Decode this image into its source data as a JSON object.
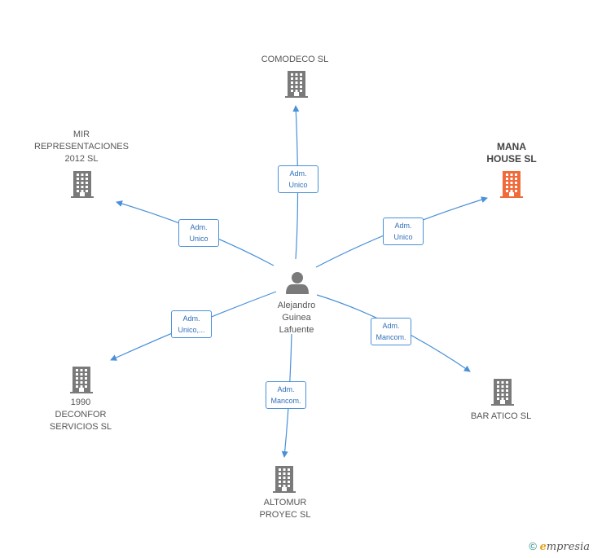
{
  "center": {
    "name_lines": [
      "Alejandro",
      "Guinea",
      "Lafuente"
    ]
  },
  "companies": [
    {
      "id": "comodeco",
      "lines": [
        "COMODECO  SL"
      ],
      "highlight": false
    },
    {
      "id": "mir",
      "lines": [
        "MIR",
        "REPRESENTACIONES",
        "2012  SL"
      ],
      "highlight": false
    },
    {
      "id": "mana",
      "lines": [
        "MANA",
        "HOUSE  SL"
      ],
      "highlight": true
    },
    {
      "id": "deconfor",
      "lines": [
        "1990",
        "DECONFOR",
        "SERVICIOS SL"
      ],
      "highlight": false
    },
    {
      "id": "baratico",
      "lines": [
        "BAR ATICO  SL"
      ],
      "highlight": false
    },
    {
      "id": "altomur",
      "lines": [
        "ALTOMUR",
        "PROYEC  SL"
      ],
      "highlight": false
    }
  ],
  "relations": [
    {
      "target": "comodeco",
      "label_lines": [
        "Adm.",
        "Unico"
      ]
    },
    {
      "target": "mir",
      "label_lines": [
        "Adm.",
        "Unico"
      ]
    },
    {
      "target": "mana",
      "label_lines": [
        "Adm.",
        "Unico"
      ]
    },
    {
      "target": "deconfor",
      "label_lines": [
        "Adm.",
        "Unico,..."
      ]
    },
    {
      "target": "baratico",
      "label_lines": [
        "Adm.",
        "Mancom."
      ]
    },
    {
      "target": "altomur",
      "label_lines": [
        "Adm.",
        "Mancom."
      ]
    }
  ],
  "colors": {
    "edge": "#4a90d9",
    "building": "#7a7a7a",
    "building_highlight": "#f06a3a",
    "person": "#7a7a7a"
  },
  "footer": {
    "copyright": "©",
    "brand_initial": "e",
    "brand_rest": "mpresia"
  }
}
